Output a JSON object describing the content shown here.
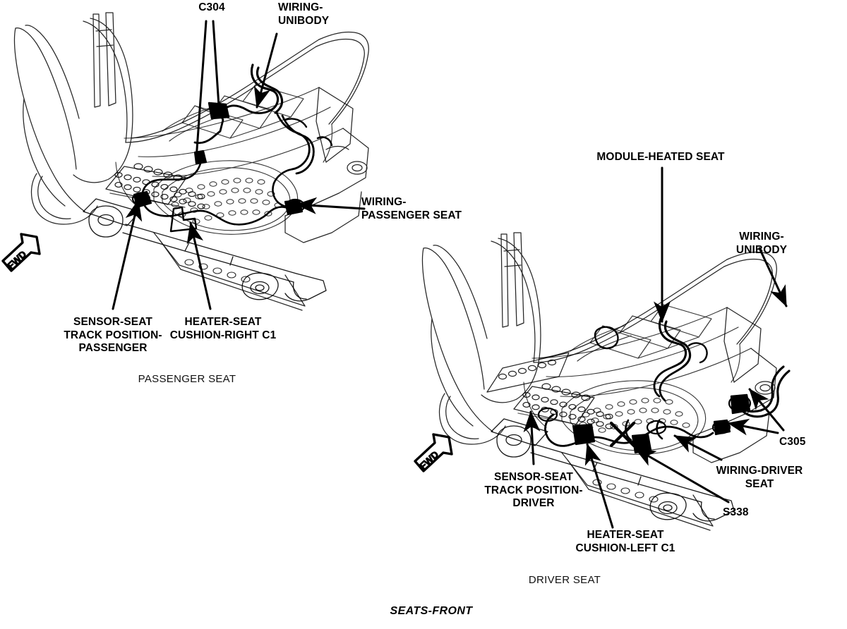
{
  "diagram": {
    "title": "SEATS-FRONT",
    "background_color": "#ffffff",
    "line_color": "#000000",
    "panels": [
      {
        "id": "passenger",
        "caption": "PASSENGER SEAT"
      },
      {
        "id": "driver",
        "caption": "DRIVER SEAT"
      }
    ]
  },
  "labels": {
    "c304": "C304",
    "wiring_unibody_left": "WIRING-\nUNIBODY",
    "wiring_passenger_seat": "WIRING-\nPASSENGER SEAT",
    "sensor_seat_track_position_passenger": "SENSOR-SEAT\nTRACK POSITION-\nPASSENGER",
    "heater_seat_cushion_right_c1": "HEATER-SEAT\nCUSHION-RIGHT C1",
    "passenger_seat_caption": "PASSENGER SEAT",
    "module_heated_seat": "MODULE-HEATED SEAT",
    "wiring_unibody_right": "WIRING-\nUNIBODY",
    "c305": "C305",
    "wiring_driver_seat": "WIRING-DRIVER\nSEAT",
    "s338": "S338",
    "sensor_seat_track_position_driver": "SENSOR-SEAT\nTRACK POSITION-\nDRIVER",
    "heater_seat_cushion_left_c1": "HEATER-SEAT\nCUSHION-LEFT C1",
    "driver_seat_caption": "DRIVER SEAT",
    "fwd_left": "FWD",
    "fwd_right": "FWD",
    "footer_title": "SEATS-FRONT"
  },
  "callouts": [
    {
      "name": "c304",
      "text": "C304",
      "panel": "passenger",
      "leaders": 2
    },
    {
      "name": "wiring-unibody-passenger",
      "text": "WIRING-UNIBODY",
      "panel": "passenger",
      "leaders": 1
    },
    {
      "name": "wiring-passenger-seat",
      "text": "WIRING-PASSENGER SEAT",
      "panel": "passenger",
      "leaders": 1
    },
    {
      "name": "sensor-seat-track-position-passenger",
      "text": "SENSOR-SEAT TRACK POSITION-PASSENGER",
      "panel": "passenger",
      "leaders": 1
    },
    {
      "name": "heater-seat-cushion-right-c1",
      "text": "HEATER-SEAT CUSHION-RIGHT C1",
      "panel": "passenger",
      "leaders": 1
    },
    {
      "name": "module-heated-seat",
      "text": "MODULE-HEATED SEAT",
      "panel": "driver",
      "leaders": 1
    },
    {
      "name": "wiring-unibody-driver",
      "text": "WIRING-UNIBODY",
      "panel": "driver",
      "leaders": 1
    },
    {
      "name": "c305",
      "text": "C305",
      "panel": "driver",
      "leaders": 2
    },
    {
      "name": "wiring-driver-seat",
      "text": "WIRING-DRIVER SEAT",
      "panel": "driver",
      "leaders": 1
    },
    {
      "name": "s338",
      "text": "S338",
      "panel": "driver",
      "leaders": 1,
      "marker": "x-splice"
    },
    {
      "name": "sensor-seat-track-position-driver",
      "text": "SENSOR-SEAT TRACK POSITION-DRIVER",
      "panel": "driver",
      "leaders": 1
    },
    {
      "name": "heater-seat-cushion-left-c1",
      "text": "HEATER-SEAT CUSHION-LEFT C1",
      "panel": "driver",
      "leaders": 1
    }
  ]
}
